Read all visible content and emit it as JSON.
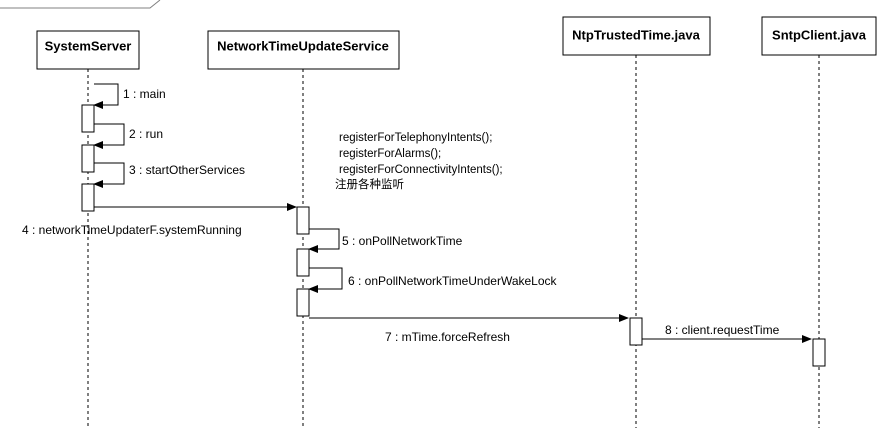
{
  "diagram": {
    "participants": [
      {
        "id": "system-server",
        "label": "SystemServer"
      },
      {
        "id": "network-time-update-service",
        "label": "NetworkTimeUpdateService"
      },
      {
        "id": "ntp-trusted-time",
        "label": "NtpTrustedTime.java"
      },
      {
        "id": "sntp-client",
        "label": "SntpClient.java"
      }
    ],
    "messages": [
      {
        "label": "1 : main",
        "from": "SystemServer",
        "to": "SystemServer"
      },
      {
        "label": "2 : run",
        "from": "SystemServer",
        "to": "SystemServer"
      },
      {
        "label": "3 : startOtherServices",
        "from": "SystemServer",
        "to": "SystemServer"
      },
      {
        "label": "4 : networkTimeUpdaterF.systemRunning",
        "from": "SystemServer",
        "to": "NetworkTimeUpdateService"
      },
      {
        "label": "5 : onPollNetworkTime",
        "from": "NetworkTimeUpdateService",
        "to": "NetworkTimeUpdateService"
      },
      {
        "label": "6 : onPollNetworkTimeUnderWakeLock",
        "from": "NetworkTimeUpdateService",
        "to": "NetworkTimeUpdateService"
      },
      {
        "label": "7 : mTime.forceRefresh",
        "from": "NetworkTimeUpdateService",
        "to": "NtpTrustedTime.java"
      },
      {
        "label": "8 : client.requestTime",
        "from": "NtpTrustedTime.java",
        "to": "SntpClient.java"
      }
    ],
    "note": {
      "lines": [
        "registerForTelephonyIntents();",
        "registerForAlarms();",
        "registerForConnectivityIntents();",
        "注册各种监听"
      ]
    }
  }
}
